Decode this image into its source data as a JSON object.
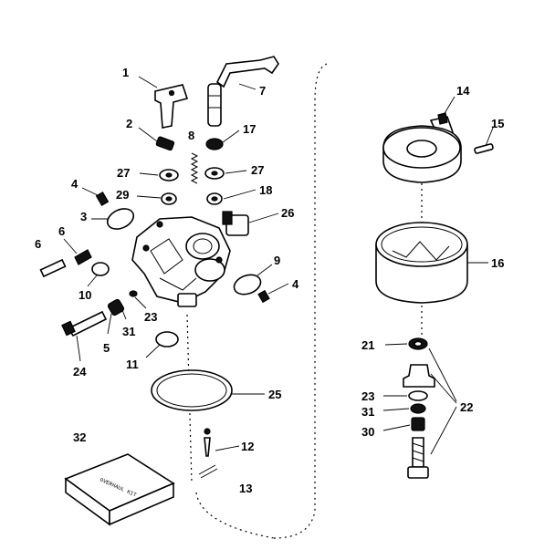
{
  "callouts": {
    "c1": "1",
    "c2": "2",
    "c3": "3",
    "c4a": "4",
    "c4b": "4",
    "c5": "5",
    "c6a": "6",
    "c6b": "6",
    "c7": "7",
    "c8": "8",
    "c9": "9",
    "c10": "10",
    "c11": "11",
    "c12": "12",
    "c13": "13",
    "c14": "14",
    "c15": "15",
    "c16": "16",
    "c17": "17",
    "c18": "18",
    "c21": "21",
    "c22": "22",
    "c23a": "23",
    "c23b": "23",
    "c24": "24",
    "c25": "25",
    "c26": "26",
    "c27a": "27",
    "c27b": "27",
    "c29": "29",
    "c30": "30",
    "c31a": "31",
    "c31b": "31",
    "c32": "32"
  },
  "kit_label": "OVERHAUL KIT",
  "colors": {
    "ink": "#000000",
    "paper": "#ffffff"
  }
}
